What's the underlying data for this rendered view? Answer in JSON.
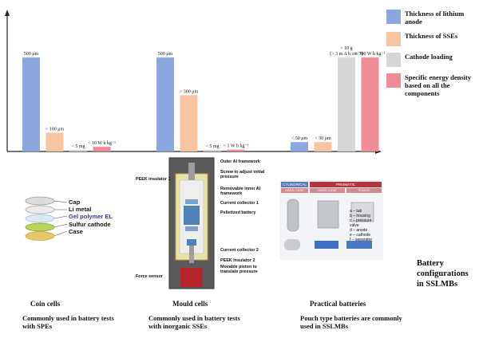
{
  "chart_data": {
    "type": "bar",
    "categories": [
      "Coin cells",
      "Mould cells",
      "Practical batteries"
    ],
    "series": [
      {
        "name": "Thickness of lithium anode",
        "color": "#8aa7de",
        "values": [
          500,
          500,
          50
        ],
        "labels": [
          "500 μm",
          "500 μm",
          "< 50 μm"
        ]
      },
      {
        "name": "Thickness of SSEs",
        "color": "#f8c5a3",
        "values": [
          100,
          300,
          50
        ],
        "labels": [
          "< 100 μm",
          "> 300 μm",
          "< 50 μm"
        ]
      },
      {
        "name": "Cathode loading",
        "color": "#d6d6d6",
        "values": [
          5,
          5,
          500
        ],
        "labels": [
          "< 5 mg",
          "< 5 mg",
          "> 10 g\n(> 3 m A h cm⁻²)"
        ]
      },
      {
        "name": "Specific energy density based on all the components",
        "color": "#f08c96",
        "values": [
          25,
          10,
          500
        ],
        "labels": [
          "< 10 W h kg⁻¹",
          "< 1 W h kg⁻¹",
          "> 300 W h kg⁻¹"
        ]
      }
    ],
    "ylim": [
      0,
      560
    ],
    "xlabel": "",
    "ylabel": "",
    "legend_position": "top-right"
  },
  "legend": [
    {
      "label": "Thickness of lithium anode",
      "color": "#8aa7de"
    },
    {
      "label": "Thickness of SSEs",
      "color": "#f8c5a3"
    },
    {
      "label": "Cathode loading",
      "color": "#d6d6d6"
    },
    {
      "label": "Specific energy density based on all the components",
      "color": "#f08c96"
    }
  ],
  "panels": {
    "coin": {
      "title": "Coin cells",
      "caption": "Commonly used in battery tests with SPEs",
      "layers": [
        "Cap",
        "Li metal",
        "Gel polymer EL",
        "Sulfur cathode",
        "Case"
      ]
    },
    "mould": {
      "title": "Mould cells",
      "caption": "Commonly used in battery tests with inorganic SSEs",
      "callouts": {
        "peek1": "PEEK insulator 1",
        "outer": "Outer Al framework",
        "screw": "Screw to adjust initial pressure",
        "inner": "Removable inner Al framework",
        "cc1": "Current collector 1",
        "pellet": "Pelletized battery",
        "cc2": "Current collector 2",
        "peek2": "PEEK insulator 2",
        "piston": "Movable piston to translate pressure",
        "force": "Force sensor"
      }
    },
    "practical": {
      "title": "Practical batteries",
      "caption": "Pouch type batteries are commonly used in SSLMBs",
      "header_cyl": "CYLINDRICAL",
      "header_pris": "PRISMATIC",
      "hard1": "HARD-CASE",
      "hard2": "HARD-CASE",
      "pouch": "POUCH",
      "parts": [
        "a – tab",
        "b – housing",
        "c – pressure valve",
        "d – anode",
        "e – cathode",
        "f – separator"
      ]
    }
  },
  "side_title": "Battery configurations in SSLMBs"
}
